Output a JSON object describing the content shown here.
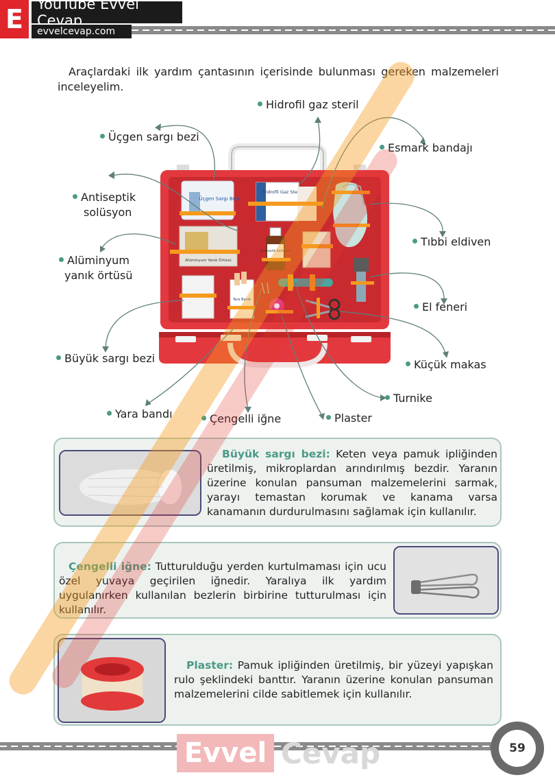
{
  "header": {
    "brand_letter": "E",
    "title": "YouTube Evvel Cevap",
    "url": "evvelcevap.com"
  },
  "intro": "Araçlardaki ilk yardım çantasının içerisinde bulunması gereken malzemeleri inceleyelim.",
  "kit": {
    "labels": {
      "hidrofil": "Hidrofil gaz steril",
      "ucgen": "Üçgen sargı bezi",
      "esmark": "Esmark bandajı",
      "antiseptik": "Antiseptik",
      "antiseptik2": "solüsyon",
      "tibbi": "Tıbbi eldiven",
      "aluminyum": "Alüminyum",
      "aluminyum2": "yanık örtüsü",
      "elfeneri": "El feneri",
      "buyuk": "Büyük sargı bezi",
      "kucuk": "Küçük makas",
      "turnike": "Turnike",
      "yara": "Yara bandı",
      "cengelli": "Çengelli iğne",
      "plaster": "Plaster"
    },
    "item_text": {
      "ucgen_pack": "Üçgen Sargı Bezi",
      "hidrofil_pack": "Hidrofil Gaz Steril",
      "aluminyum_pack": "Alüminyum Yanık Örtüsü",
      "antiseptik_bottle": "Antiseptik Solüsyon",
      "yara_pack": "Yara Bandı"
    },
    "colors": {
      "case": "#e3393e",
      "case_dark": "#b72327",
      "tape": "#f59a1e"
    }
  },
  "info": [
    {
      "term": "Büyük sargı bezi:",
      "text": "Keten veya pamuk ipliğinden üretilmiş, mikroplardan arındırılmış bezdir. Yaranın üzerine konulan pansuman malzemelerini sarmak, yarayı temastan korumak ve kanama varsa kanamanın durdurulmasını sağlamak için kullanılır."
    },
    {
      "term": "Çengelli iğne:",
      "text": "Tutturulduğu yerden kurtulmaması için ucu özel yuvaya geçirilen iğnedir. Yaralıya ilk yardım uygulanırken kullanılan bezlerin birbirine tutturulması için kullanılır."
    },
    {
      "term": "Plaster:",
      "text": "Pamuk ipliğinden üretilmiş, bir yüzeyi yapışkan rulo şeklindeki banttır. Yaranın üzerine konulan pansuman malzemelerini cilde sabitlemek için kullanılır."
    }
  ],
  "footer": {
    "logo_a": "Evvel",
    "logo_b": "Cevap",
    "page_number": "59"
  }
}
